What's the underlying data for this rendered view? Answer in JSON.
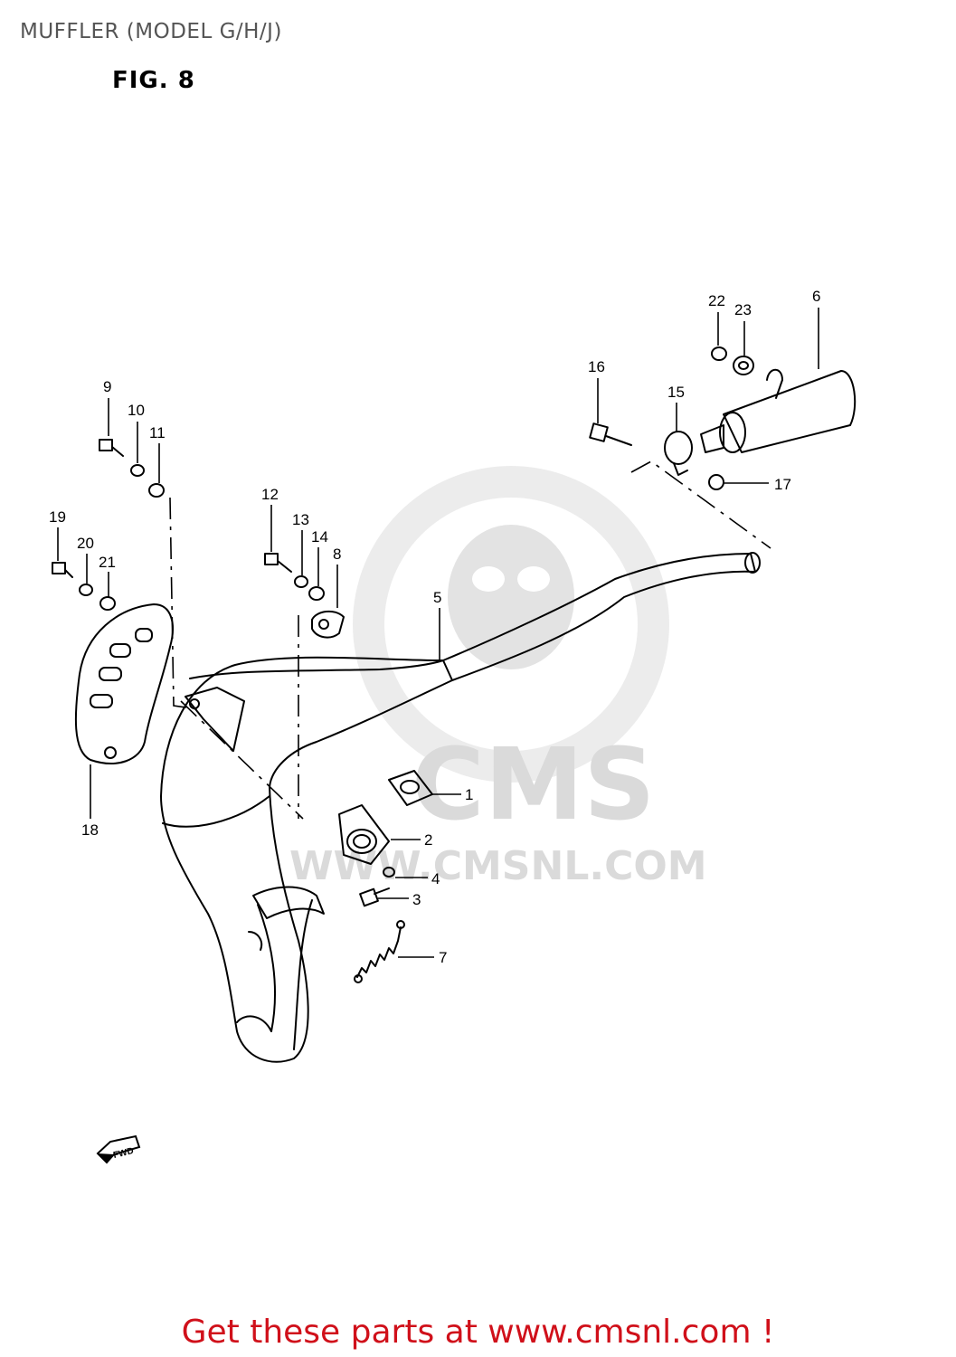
{
  "page": {
    "title": "MUFFLER (MODEL G/H/J)",
    "figure": "FIG. 8"
  },
  "watermark": {
    "brand": "CMS",
    "url": "WWW.CMSNL.COM"
  },
  "direction_arrow": "FWD",
  "callouts": [
    "1",
    "2",
    "3",
    "4",
    "5",
    "6",
    "7",
    "8",
    "9",
    "10",
    "11",
    "12",
    "13",
    "14",
    "15",
    "16",
    "17",
    "18",
    "19",
    "20",
    "21",
    "22",
    "23"
  ],
  "footer": {
    "link_text": "Get these parts at www.cmsnl.com !",
    "color": "#d0101a"
  }
}
